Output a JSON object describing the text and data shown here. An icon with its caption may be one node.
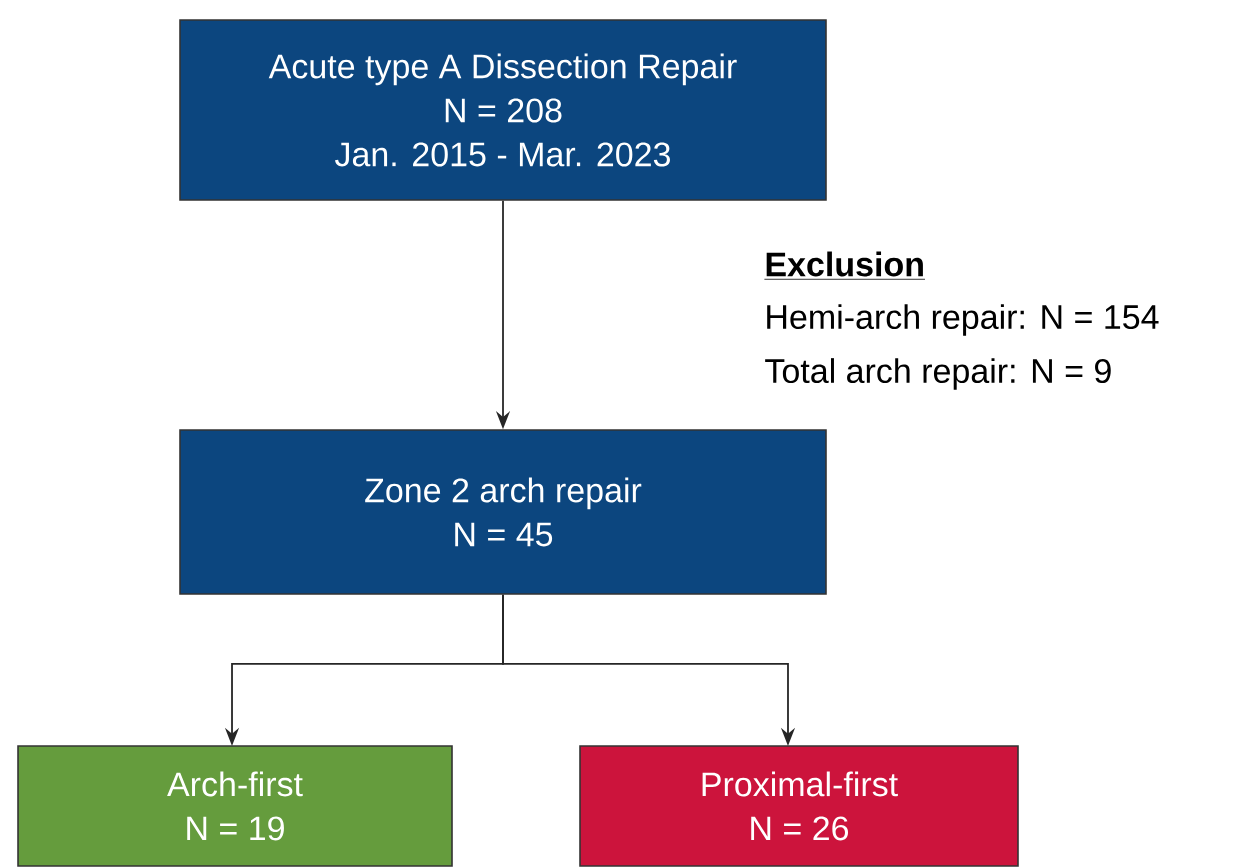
{
  "diagram": {
    "nodes": [
      {
        "text": [
          "Acute type A Dissection Repair",
          "N = 208",
          "Jan. 2015 - Mar. 2023"
        ]
      },
      {
        "text": [
          "Zone 2 arch repair",
          "N = 45"
        ]
      },
      {
        "text": [
          "Arch-first",
          "N = 19"
        ]
      },
      {
        "text": [
          "Proximal-first",
          "N = 26"
        ]
      }
    ],
    "edges": [
      {
        "from": 0,
        "to": 1,
        "arrow": "to"
      },
      {
        "from": 1,
        "to": 2,
        "arrow": "to"
      },
      {
        "from": 1,
        "to": 3,
        "arrow": "to"
      }
    ],
    "labels": [
      "Exclusion",
      "Hemi-arch repair: N = 154",
      "Total arch repair: N = 9"
    ]
  }
}
